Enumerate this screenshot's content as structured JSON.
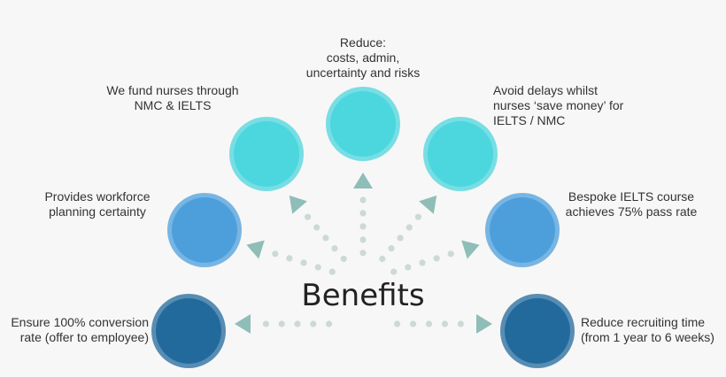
{
  "title": "Benefits",
  "colors": {
    "dark_blue": "#236a9c",
    "mid_blue": "#4d9fdc",
    "cyan": "#4cd6de",
    "arrow": "#8fbdb8",
    "dots": "#cdd9d6"
  },
  "benefits": [
    {
      "label": "Ensure 100% conversion\nrate (offer to employee)",
      "color": "dark_blue"
    },
    {
      "label": "Provides workforce\nplanning certainty",
      "color": "mid_blue"
    },
    {
      "label": "We fund nurses through\nNMC & IELTS",
      "color": "cyan"
    },
    {
      "label": "Reduce:\ncosts, admin,\nuncertainty and risks",
      "color": "cyan"
    },
    {
      "label": "Avoid delays whilst\nnurses ‘save money’ for\nIELTS / NMC",
      "color": "cyan"
    },
    {
      "label": "Bespoke IELTS course\nachieves 75% pass rate",
      "color": "mid_blue"
    },
    {
      "label": "Reduce recruiting time\n(from 1 year to 6 weeks)",
      "color": "dark_blue"
    }
  ]
}
